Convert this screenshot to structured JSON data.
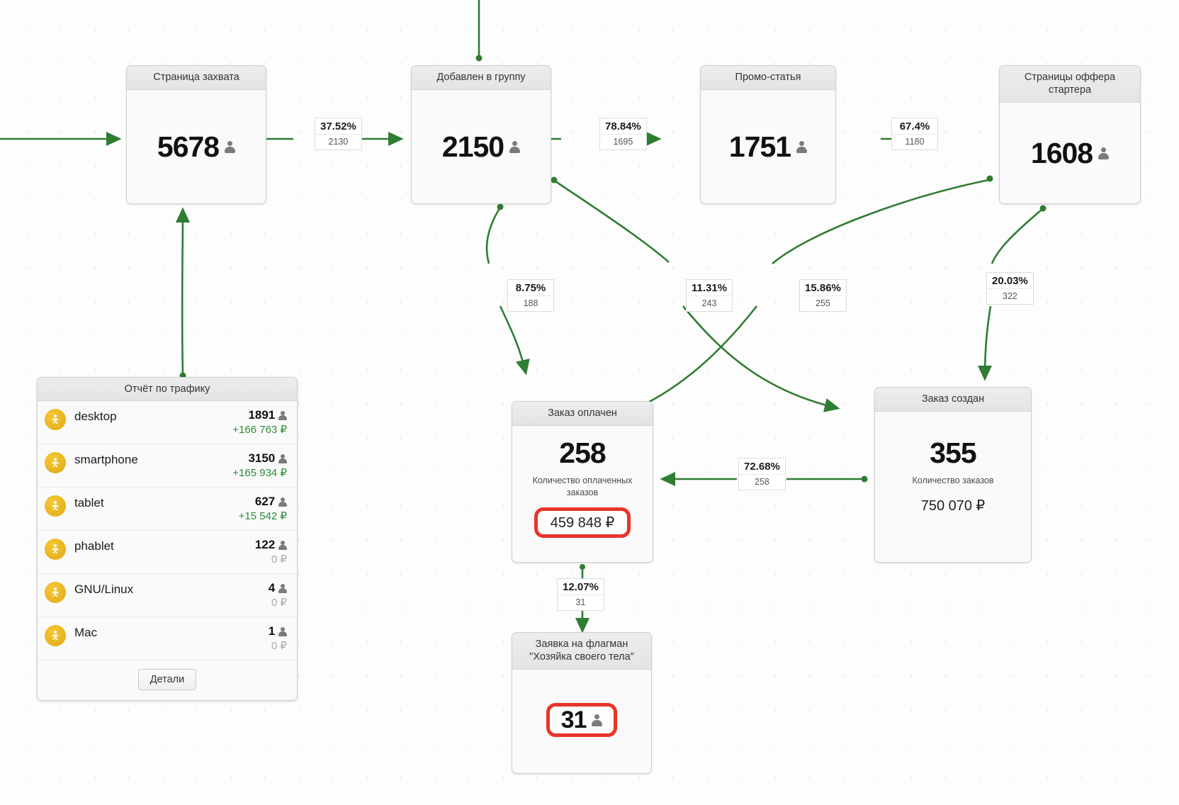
{
  "nodes": {
    "capture": {
      "title": "Страница захвата",
      "value": "5678",
      "icon": "person-icon"
    },
    "group": {
      "title": "Добавлен в группу",
      "value": "2150",
      "icon": "person-icon"
    },
    "promo": {
      "title": "Промо-статья",
      "value": "1751",
      "icon": "person-icon"
    },
    "starter": {
      "title": "Страницы оффера стартера",
      "value": "1608",
      "icon": "person-icon"
    },
    "paid": {
      "title": "Заказ оплачен",
      "value": "258",
      "caption": "Количество оплаченных заказов",
      "money": "459 848 ₽",
      "money_highlighted": true
    },
    "created": {
      "title": "Заказ создан",
      "value": "355",
      "caption": "Количество заказов",
      "money": "750 070 ₽",
      "money_highlighted": false
    },
    "flagship": {
      "title": "Заявка на флагман \"Хозяйка своего тела\"",
      "title_line1": "Заявка на флагман",
      "title_line2": "\"Хозяйка своего тела\"",
      "value": "31",
      "icon": "person-icon",
      "value_highlighted": true
    }
  },
  "edges": [
    {
      "id": "capture-to-group",
      "pct": "37.52%",
      "count": "2130"
    },
    {
      "id": "group-to-promo",
      "pct": "78.84%",
      "count": "1695"
    },
    {
      "id": "promo-to-starter",
      "pct": "67.4%",
      "count": "1180"
    },
    {
      "id": "group-to-paid",
      "pct": "8.75%",
      "count": "188"
    },
    {
      "id": "group-to-created",
      "pct": "11.31%",
      "count": "243"
    },
    {
      "id": "starter-to-paid",
      "pct": "15.86%",
      "count": "255"
    },
    {
      "id": "starter-to-created",
      "pct": "20.03%",
      "count": "322"
    },
    {
      "id": "created-to-paid",
      "pct": "72.68%",
      "count": "258"
    },
    {
      "id": "paid-to-flagship",
      "pct": "12.07%",
      "count": "31"
    }
  ],
  "traffic_report": {
    "title": "Отчёт по трафику",
    "details_label": "Детали",
    "rows": [
      {
        "name": "desktop",
        "count": "1891",
        "money": "+166 763 ₽",
        "zero": false,
        "icon": "device-icon"
      },
      {
        "name": "smartphone",
        "count": "3150",
        "money": "+165 934 ₽",
        "zero": false,
        "icon": "device-icon"
      },
      {
        "name": "tablet",
        "count": "627",
        "money": "+15 542 ₽",
        "zero": false,
        "icon": "device-icon"
      },
      {
        "name": "phablet",
        "count": "122",
        "money": "0 ₽",
        "zero": true,
        "icon": "device-icon"
      },
      {
        "name": "GNU/Linux",
        "count": "4",
        "money": "0 ₽",
        "zero": true,
        "icon": "device-icon"
      },
      {
        "name": "Mac",
        "count": "1",
        "money": "0 ₽",
        "zero": true,
        "icon": "device-icon"
      }
    ]
  },
  "colors": {
    "edge_green": "#2f7d32",
    "highlight_red": "#e8342a",
    "money_green": "#2e8b36",
    "icon_yellow": "#e8b11c"
  }
}
